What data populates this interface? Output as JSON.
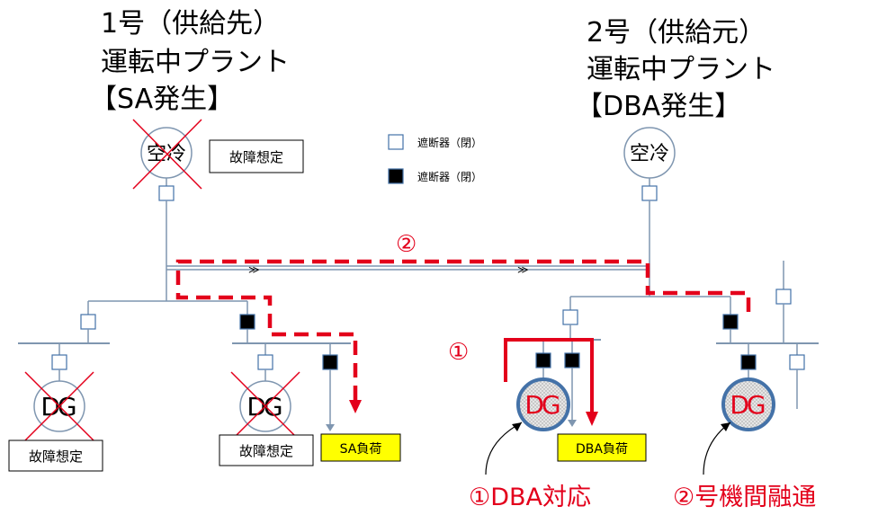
{
  "plant1": {
    "title_line1": "1号（供給先）",
    "title_line2": "運転中プラント",
    "title_line3": "【SA発生】"
  },
  "plant2": {
    "title_line1": "2号（供給元）",
    "title_line2": "運転中プラント",
    "title_line3": "【DBA発生】"
  },
  "legend": {
    "open_label": "遮断器（閉）",
    "closed_label": "遮断器（閉）"
  },
  "generators": {
    "aircooled_label": "空冷",
    "dg_label": "DG"
  },
  "fault_label": "故障想定",
  "loads": {
    "sa_load": "SA負荷",
    "dba_load": "DBA負荷"
  },
  "path_markers": {
    "marker1": "①",
    "marker2": "②"
  },
  "captions": {
    "dba_response": "①DBA対応",
    "interunit": "②号機間融通"
  },
  "colors": {
    "red": "#e3001b",
    "line": "#7f96b0",
    "dg_fill": "#d9d9d9",
    "dg_ring": "#4472a8",
    "load_yellow": "#ffff00"
  }
}
